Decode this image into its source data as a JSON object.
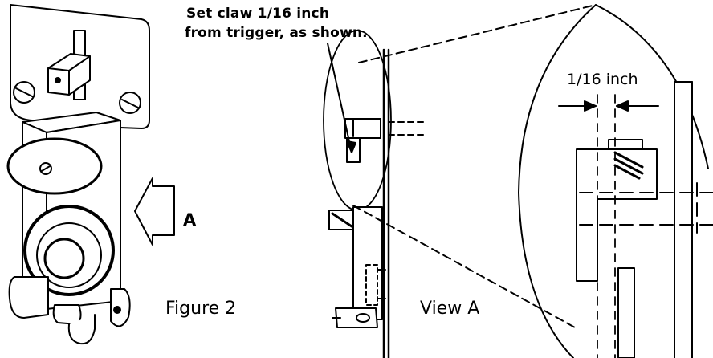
{
  "annotation": {
    "line1": "Set claw 1/16 inch",
    "line2": "from trigger, as shown."
  },
  "dimension_label": "1/16 inch",
  "view_arrow_label": "A",
  "figure_caption": "Figure 2",
  "view_caption": "View A"
}
